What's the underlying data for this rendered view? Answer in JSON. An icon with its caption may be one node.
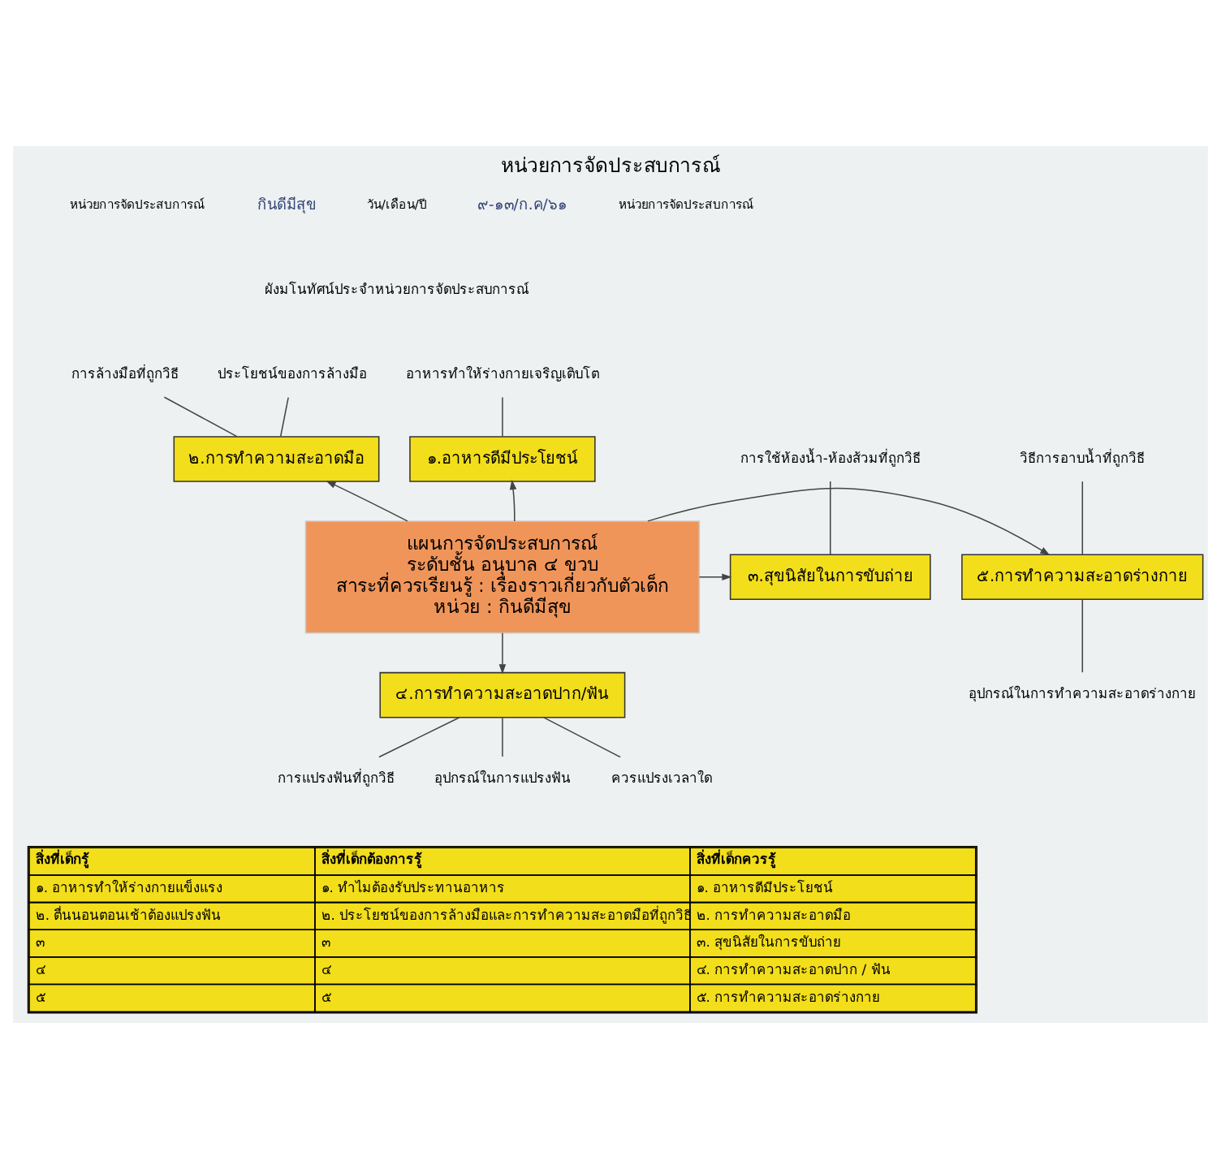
{
  "diagram": {
    "title": "หน่วยการจัดประสบการณ์",
    "nodes": [
      {
        "text": [
          "แผนการจัดประสบการณ์",
          "ระดับชั้น อนุบาล ๔ ขวบ",
          "สาระที่ควรเรียนรู้ : เรื่องราวเกี่ยวกับตัวเด็ก",
          "หน่วย : กินดีมีสุข"
        ]
      },
      {
        "text": [
          "๑.อาหารดีมีประโยชน์"
        ]
      },
      {
        "text": [
          "๒.การทำความสะอาดมือ"
        ]
      },
      {
        "text": [
          "๓.สุขนิสัยในการขับถ่าย"
        ]
      },
      {
        "text": [
          "๔.การทำความสะอาดปาก/ฟัน"
        ]
      },
      {
        "text": [
          "๕.การทำความสะอาดร่างกาย"
        ]
      },
      {
        "text": [
          "อาหารทำให้ร่างกายเจริญเติบโต"
        ]
      },
      {
        "text": [
          "ประโยชน์ของการล้างมือ"
        ]
      },
      {
        "text": [
          "การล้างมือที่ถูกวิธี"
        ]
      },
      {
        "text": [
          "การใช้ห้องน้ำ-ห้องส้วมที่ถูกวิธี"
        ]
      },
      {
        "text": [
          "การแปรงฟันที่ถูกวิธี"
        ]
      },
      {
        "text": [
          "อุปกรณ์ในการแปรงฟัน"
        ]
      },
      {
        "text": [
          "ควรแปรงเวลาใด"
        ]
      },
      {
        "text": [
          "วิธีการอาบน้ำที่ถูกวิธี"
        ]
      },
      {
        "text": [
          "อุปกรณ์ในการทำความสะอาดร่างกาย"
        ]
      }
    ],
    "edges": [
      {
        "from": 0,
        "to": 1,
        "arrow": "to"
      },
      {
        "from": 0,
        "to": 2,
        "arrow": "to"
      },
      {
        "from": 0,
        "to": 3,
        "arrow": "to"
      },
      {
        "from": 0,
        "to": 4,
        "arrow": "to"
      },
      {
        "from": 0,
        "to": 5,
        "arrow": "to"
      },
      {
        "from": 6,
        "to": 1,
        "arrow": "none"
      },
      {
        "from": 7,
        "to": 2,
        "arrow": "none"
      },
      {
        "from": 8,
        "to": 2,
        "arrow": "none"
      },
      {
        "from": 9,
        "to": 3,
        "arrow": "none"
      },
      {
        "from": 4,
        "to": 10,
        "arrow": "none"
      },
      {
        "from": 4,
        "to": 11,
        "arrow": "none"
      },
      {
        "from": 4,
        "to": 12,
        "arrow": "none"
      },
      {
        "from": 13,
        "to": 5,
        "arrow": "none"
      },
      {
        "from": 5,
        "to": 14,
        "arrow": "none"
      }
    ],
    "labels": [
      "หน่วยการจัดประสบการณ์",
      "กินดีมีสุข",
      "วัน/เดือน/ปี",
      "๙-๑๓/ก.ค/๖๑",
      "หน่วยการจัดประสบการณ์",
      "ผังมโนทัศน์ประจำหน่วยการจัดประสบการณ์",
      "สิ่งที่เด็กรู้",
      "สิ่งที่เด็กต้องการรู้",
      "สิ่งที่เด็กควรรู้",
      "๑. อาหารทำให้ร่างกายแข็งแรง",
      "๑. ทำไมต้องรับประทานอาหาร",
      "๑. อาหารดีมีประโยชน์",
      "๒. ตื่นนอนตอนเช้าต้องแปรงฟัน",
      "๒. ประโยชน์ของการล้างมือและการทำความสะอาดมือที่ถูกวิธี",
      "๒. การทำความสะอาดมือ",
      "๓",
      "๓",
      "๓. สุขนิสัยในการขับถ่าย",
      "๔",
      "๔",
      "๔. การทำความสะอาดปาก / ฟัน",
      "๕",
      "๕",
      "๕. การทำความสะอาดร่างกาย"
    ]
  }
}
